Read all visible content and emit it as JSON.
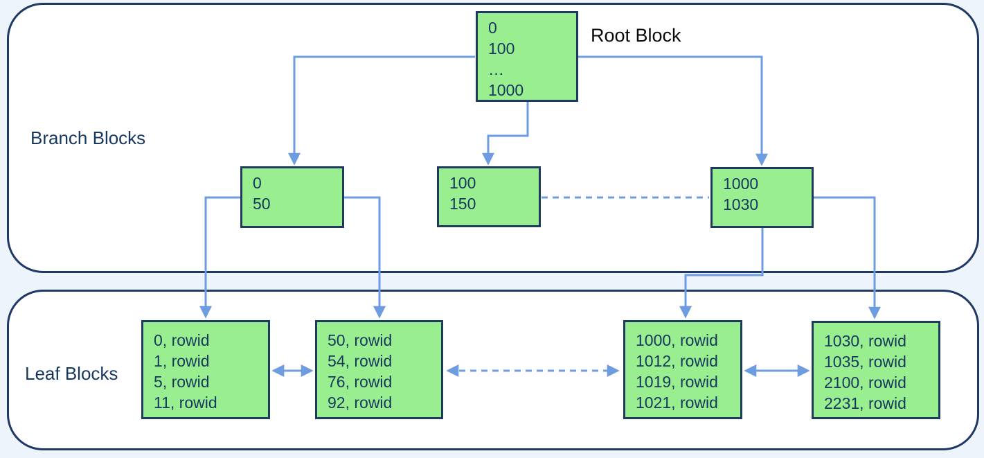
{
  "sections": {
    "branch_label": "Branch Blocks",
    "leaf_label": "Leaf Blocks"
  },
  "blocks": {
    "root": {
      "label": "Root Block",
      "lines": [
        "0",
        "100",
        "…",
        "1000"
      ]
    },
    "branches": [
      {
        "lines": [
          "0",
          "50"
        ]
      },
      {
        "lines": [
          "100",
          "150"
        ]
      },
      {
        "lines": [
          "1000",
          "1030"
        ]
      }
    ],
    "leaves": [
      {
        "lines": [
          "0, rowid",
          "1, rowid",
          "5, rowid",
          "11, rowid"
        ]
      },
      {
        "lines": [
          "50, rowid",
          "54, rowid",
          "76, rowid",
          "92, rowid"
        ]
      },
      {
        "lines": [
          "1000, rowid",
          "1012, rowid",
          "1019, rowid",
          "1021, rowid"
        ]
      },
      {
        "lines": [
          "1030, rowid",
          "1035, rowid",
          "2100, rowid",
          "2231, rowid"
        ]
      }
    ]
  },
  "colors": {
    "page_bg": "#EDF4FB",
    "container_fill": "#FFFFFF",
    "container_border": "#1F3864",
    "block_fill": "#99EE90",
    "block_border": "#1E3A5F",
    "block_text": "#17375E",
    "connector": "#6D9CE0",
    "root_label_text": "#0A0A0A"
  }
}
